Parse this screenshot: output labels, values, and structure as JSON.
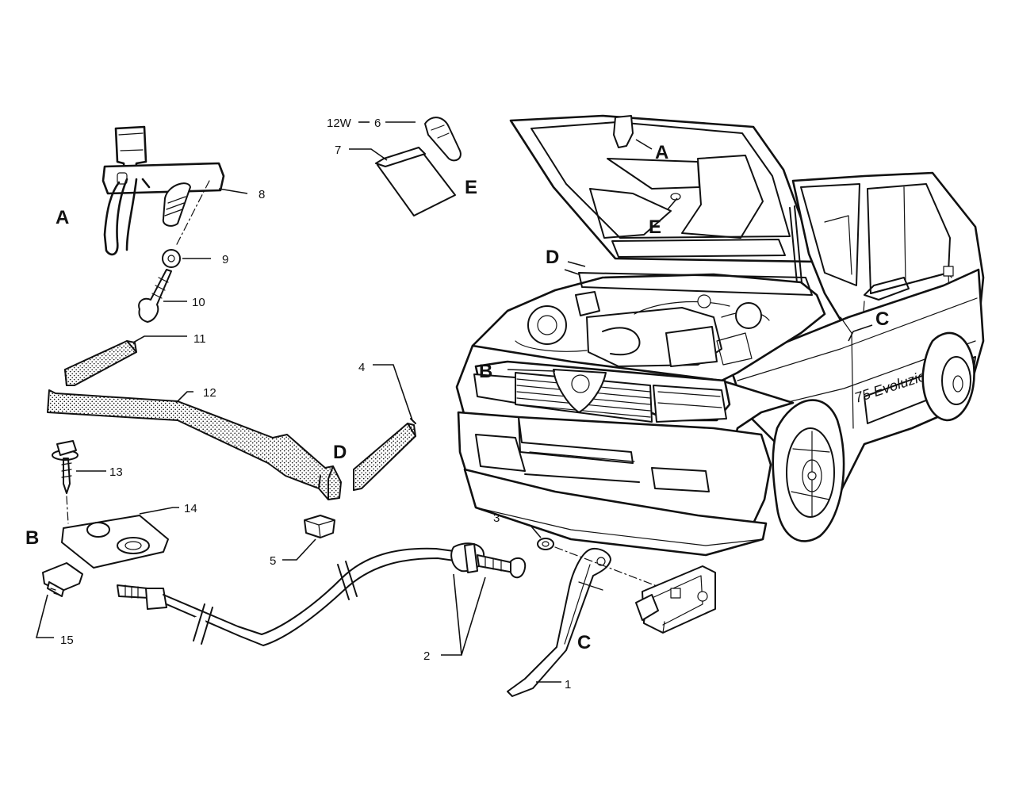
{
  "callouts": {
    "n1": "1",
    "n2": "2",
    "n3": "3",
    "n4": "4",
    "n5": "5",
    "n6": "6",
    "n7": "7",
    "n8": "8",
    "n9": "9",
    "n10": "10",
    "n11": "11",
    "n12": "12",
    "n13": "13",
    "n14": "14",
    "n15": "15",
    "wattage": "12W"
  },
  "section_letters": {
    "A": "A",
    "B": "B",
    "C": "C",
    "D": "D",
    "E": "E"
  },
  "car_badge": "75 Evoluzione"
}
